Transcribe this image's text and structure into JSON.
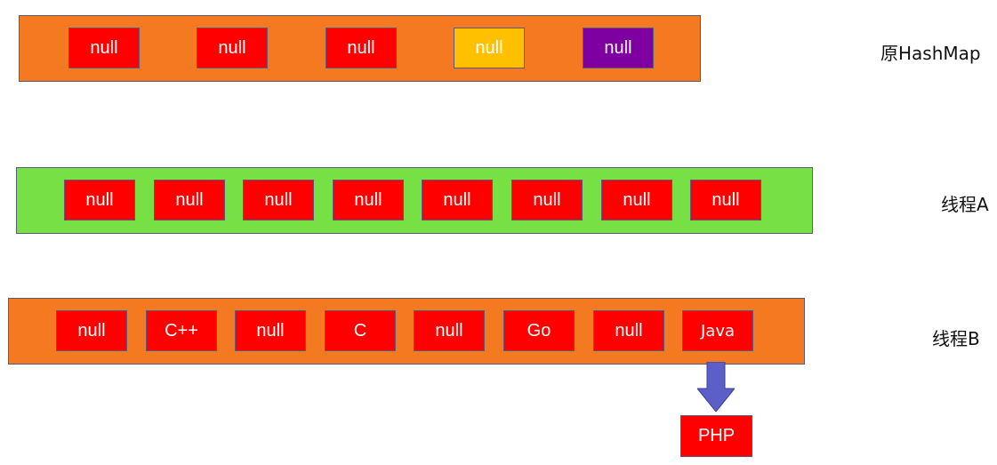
{
  "colors": {
    "orange": "#f47920",
    "green": "#77e044",
    "red": "#ff0000",
    "yellow": "#ffc000",
    "purple": "#7f00a0",
    "arrow": "#5b5fc7"
  },
  "original": {
    "label": "原HashMap",
    "cells": [
      {
        "text": "null",
        "color": "red"
      },
      {
        "text": "null",
        "color": "red"
      },
      {
        "text": "null",
        "color": "red"
      },
      {
        "text": "null",
        "color": "yellow"
      },
      {
        "text": "null",
        "color": "purple"
      }
    ]
  },
  "thread_a": {
    "label": "线程A",
    "cells": [
      "null",
      "null",
      "null",
      "null",
      "null",
      "null",
      "null",
      "null"
    ]
  },
  "thread_b": {
    "label": "线程B",
    "cells": [
      "null",
      "C++",
      "null",
      "C",
      "null",
      "Go",
      "null",
      "Java"
    ]
  },
  "overflow_node": "PHP",
  "arrow_icon": "down-arrow-icon"
}
